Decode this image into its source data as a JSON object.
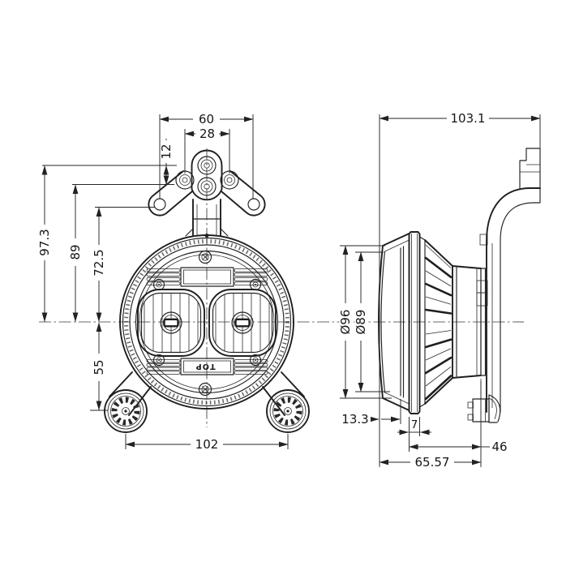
{
  "drawing": {
    "background": "#ffffff",
    "line_color": "#1f1f1f",
    "front_view": {
      "marking": "TOP",
      "dims": {
        "bracket_outer_width": "60",
        "bracket_inner_width": "28",
        "bracket_hole_offset": "12",
        "height_top_hole": "97.3",
        "height_mid_hole": "89",
        "height_wing_hole": "72.5",
        "center_to_feet": "55",
        "feet_span": "102"
      }
    },
    "side_view": {
      "dims": {
        "overall_depth": "103.1",
        "lens_outer_diameter": "Ø96",
        "lens_inner_diameter": "Ø89",
        "lens_protrusion": "13.3",
        "bezel_flange": "7",
        "body_depth": "46",
        "front_to_plate": "65.57"
      }
    }
  }
}
